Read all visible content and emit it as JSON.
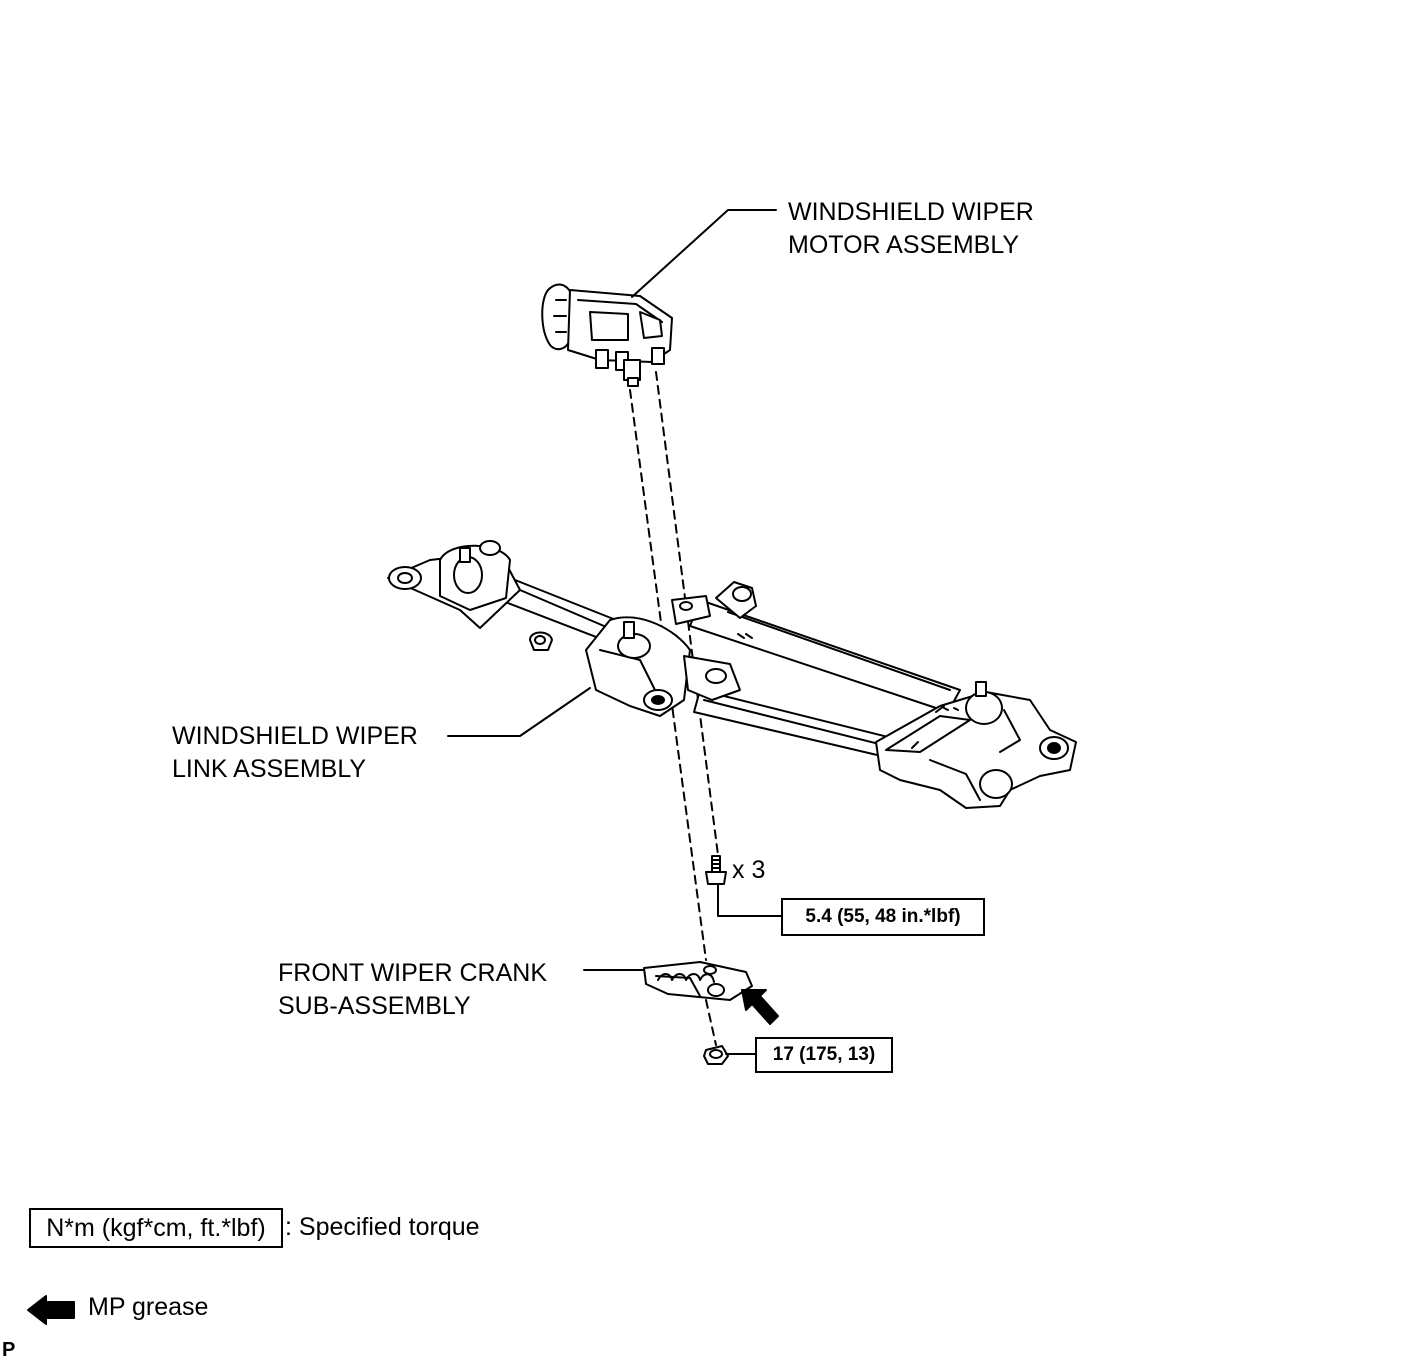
{
  "labels": {
    "motor_line1": "WINDSHIELD WIPER",
    "motor_line2": "MOTOR ASSEMBLY",
    "link_line1": "WINDSHIELD WIPER",
    "link_line2": "LINK ASSEMBLY",
    "crank_line1": "FRONT WIPER CRANK",
    "crank_line2": "SUB-ASSEMBLY",
    "bolt_qty": "x 3"
  },
  "torque": {
    "bolts": "5.4 (55, 48 in.*lbf)",
    "nut": "17 (175, 13)"
  },
  "legend": {
    "torque_units": "N*m (kgf*cm, ft.*lbf)",
    "torque_text": ": Specified torque",
    "grease_text": "MP grease"
  },
  "corner_mark": "P",
  "colors": {
    "line": "#000000",
    "background": "#ffffff"
  }
}
